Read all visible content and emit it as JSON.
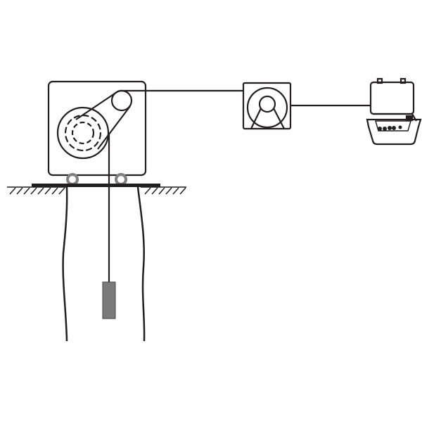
{
  "diagram": {
    "colors": {
      "line": "#231f20",
      "wheel": "#808080",
      "probe": "#7a7a7a",
      "background": "#ffffff"
    },
    "components": [
      "winch",
      "pulley-wheel",
      "recorder-case",
      "borehole",
      "probe"
    ]
  }
}
